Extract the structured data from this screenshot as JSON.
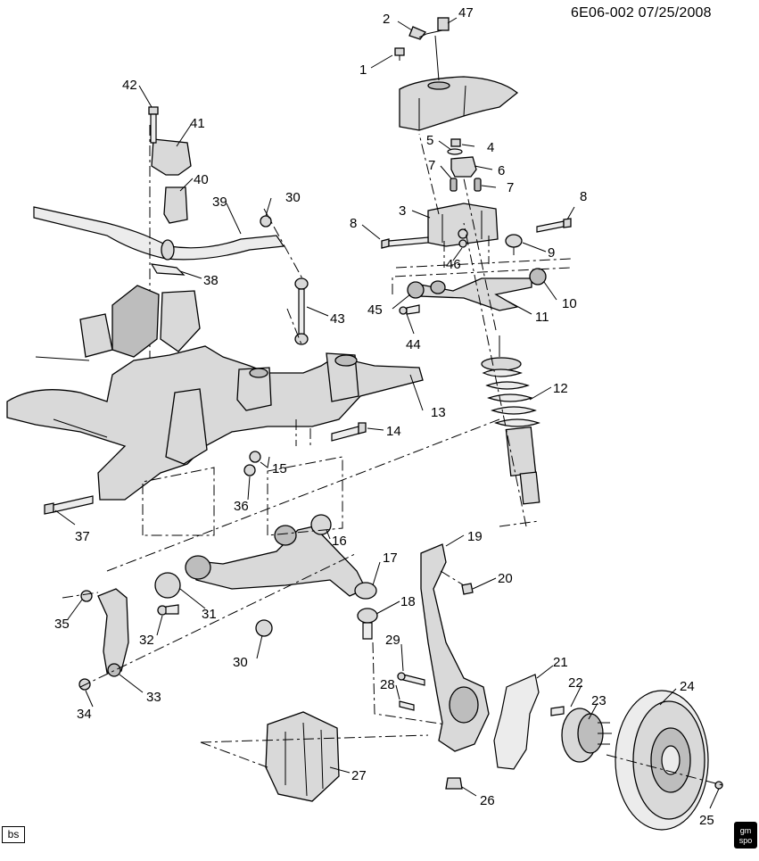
{
  "header": {
    "code": "6E06-002",
    "date": "07/25/2008"
  },
  "footer": {
    "badge": "bs",
    "logo_line1": "gm",
    "logo_line2": "spo"
  },
  "callouts": [
    "1",
    "2",
    "3",
    "4",
    "5",
    "6",
    "7",
    "7",
    "8",
    "8",
    "9",
    "10",
    "11",
    "12",
    "13",
    "14",
    "15",
    "16",
    "17",
    "18",
    "19",
    "20",
    "21",
    "22",
    "23",
    "24",
    "25",
    "26",
    "27",
    "28",
    "29",
    "30",
    "30",
    "31",
    "32",
    "33",
    "34",
    "35",
    "36",
    "37",
    "38",
    "39",
    "40",
    "41",
    "42",
    "43",
    "44",
    "45",
    "46",
    "47"
  ]
}
